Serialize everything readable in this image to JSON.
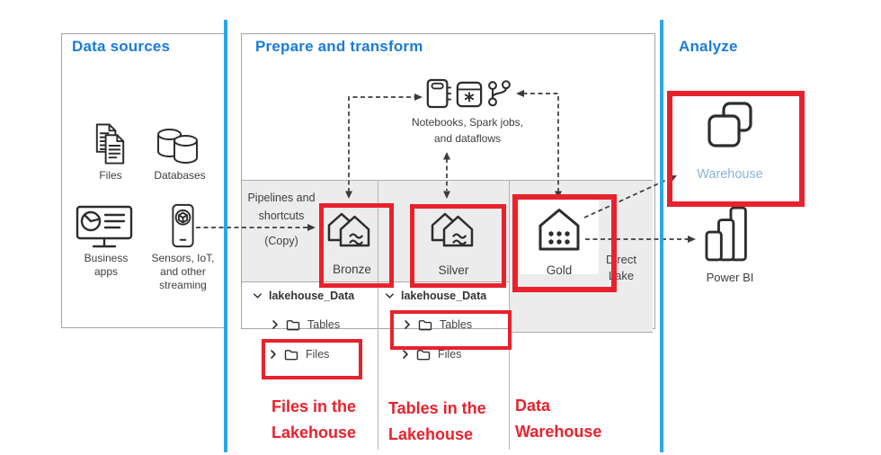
{
  "colors": {
    "header_blue": "#1a7cd9",
    "divider_blue": "#2ba7e8",
    "annotation_red": "#e8222d",
    "warehouse_label_blue": "#8ab4d8",
    "gray_panel": "#ececec"
  },
  "data_sources": {
    "title": "Data sources",
    "files_label": "Files",
    "databases_label": "Databases",
    "business_apps_label": "Business apps",
    "sensors_label": "Sensors, IoT, and other streaming"
  },
  "prepare": {
    "title": "Prepare and transform",
    "compute_caption_line1": "Notebooks, Spark jobs,",
    "compute_caption_line2": "and dataflows",
    "pipelines_line1": "Pipelines and",
    "pipelines_line2": "shortcuts",
    "pipelines_line3": "(Copy)",
    "bronze_label": "Bronze",
    "silver_label": "Silver",
    "gold_label": "Gold",
    "direct_lake_line1": "Direct",
    "direct_lake_line2": "Lake",
    "bronze_tree": {
      "root": "lakehouse_Data",
      "tables": "Tables",
      "files": "Files"
    },
    "silver_tree": {
      "root": "lakehouse_Data",
      "tables": "Tables",
      "files": "Files"
    }
  },
  "analyze": {
    "title": "Analyze",
    "warehouse_label": "Warehouse",
    "powerbi_label": "Power BI"
  },
  "annotations": {
    "files_line1": "Files in the",
    "files_line2": "Lakehouse",
    "tables_line1": "Tables in the",
    "tables_line2": "Lakehouse",
    "warehouse_line1": "Data",
    "warehouse_line2": "Warehouse"
  }
}
